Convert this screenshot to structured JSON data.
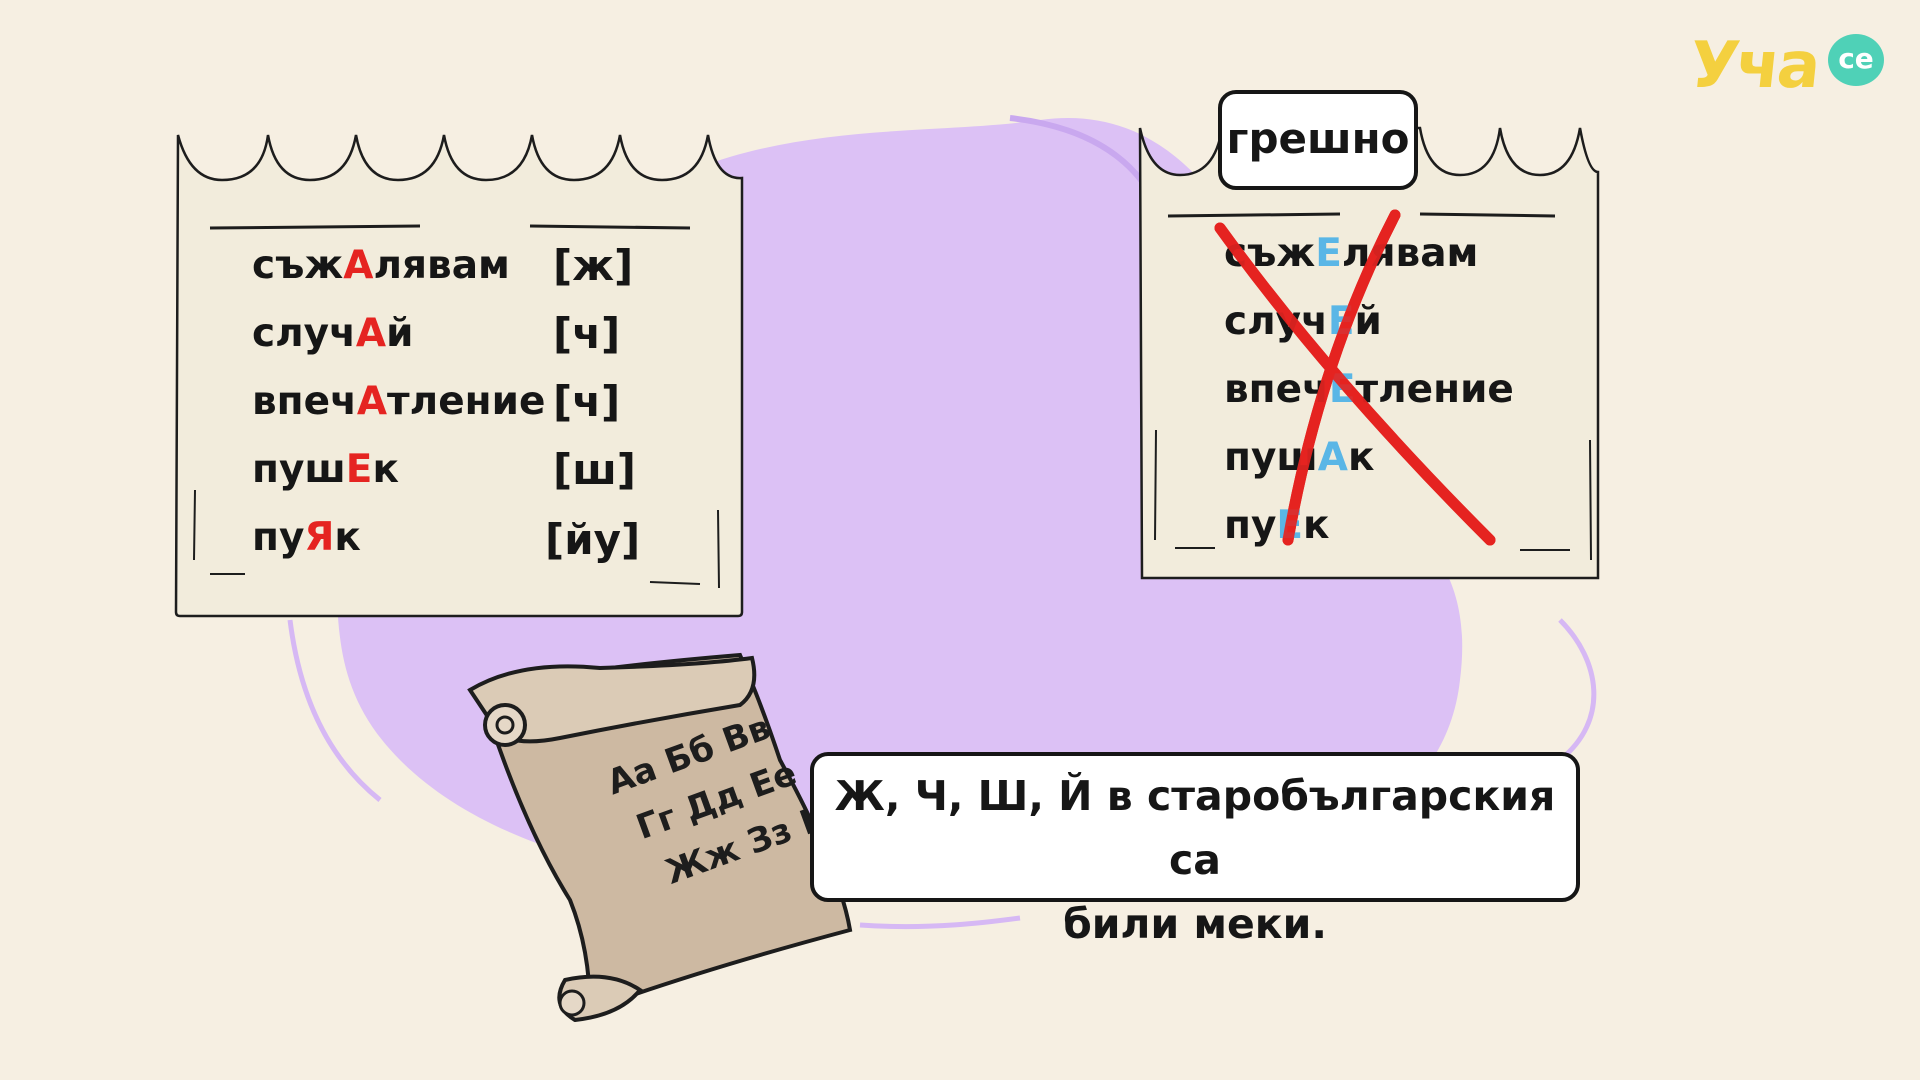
{
  "logo": {
    "text": "Уча",
    "badge": "се"
  },
  "left_list": {
    "rows": [
      {
        "pre": "съж",
        "hl": "А",
        "post": "лявам",
        "sound": "[ж]"
      },
      {
        "pre": "случ",
        "hl": "А",
        "post": "й",
        "sound": "[ч]"
      },
      {
        "pre": "впеч",
        "hl": "А",
        "post": "тление",
        "sound": "[ч]"
      },
      {
        "pre": "пуш",
        "hl": "Е",
        "post": "к",
        "sound": "[ш]"
      },
      {
        "pre": "пу",
        "hl": "Я",
        "post": "к",
        "sound": "[йу]"
      }
    ]
  },
  "right_list": {
    "badge": "грешно",
    "rows": [
      {
        "pre": "съж",
        "hl": "Е",
        "post": "лявам"
      },
      {
        "pre": "случ",
        "hl": "Е",
        "post": "й"
      },
      {
        "pre": "впеч",
        "hl": "Е",
        "post": "тление"
      },
      {
        "pre": "пуш",
        "hl": "А",
        "post": "к"
      },
      {
        "pre": "пу",
        "hl": "Е",
        "post": "к"
      }
    ]
  },
  "scroll": {
    "lines": [
      "Аа Бб Вв",
      "Гг Дд Ее",
      "Жж Зз Ии"
    ]
  },
  "caption": {
    "line1": "Ж, Ч, Ш, Й в старобългарския са",
    "line2": "били меки."
  },
  "colors": {
    "highlight_red": "#e52421",
    "highlight_blue": "#5ab6e6",
    "blob": "#dcc1f5",
    "paper": "#f2ecdc",
    "background": "#f6efe2",
    "cross": "#e52421"
  }
}
